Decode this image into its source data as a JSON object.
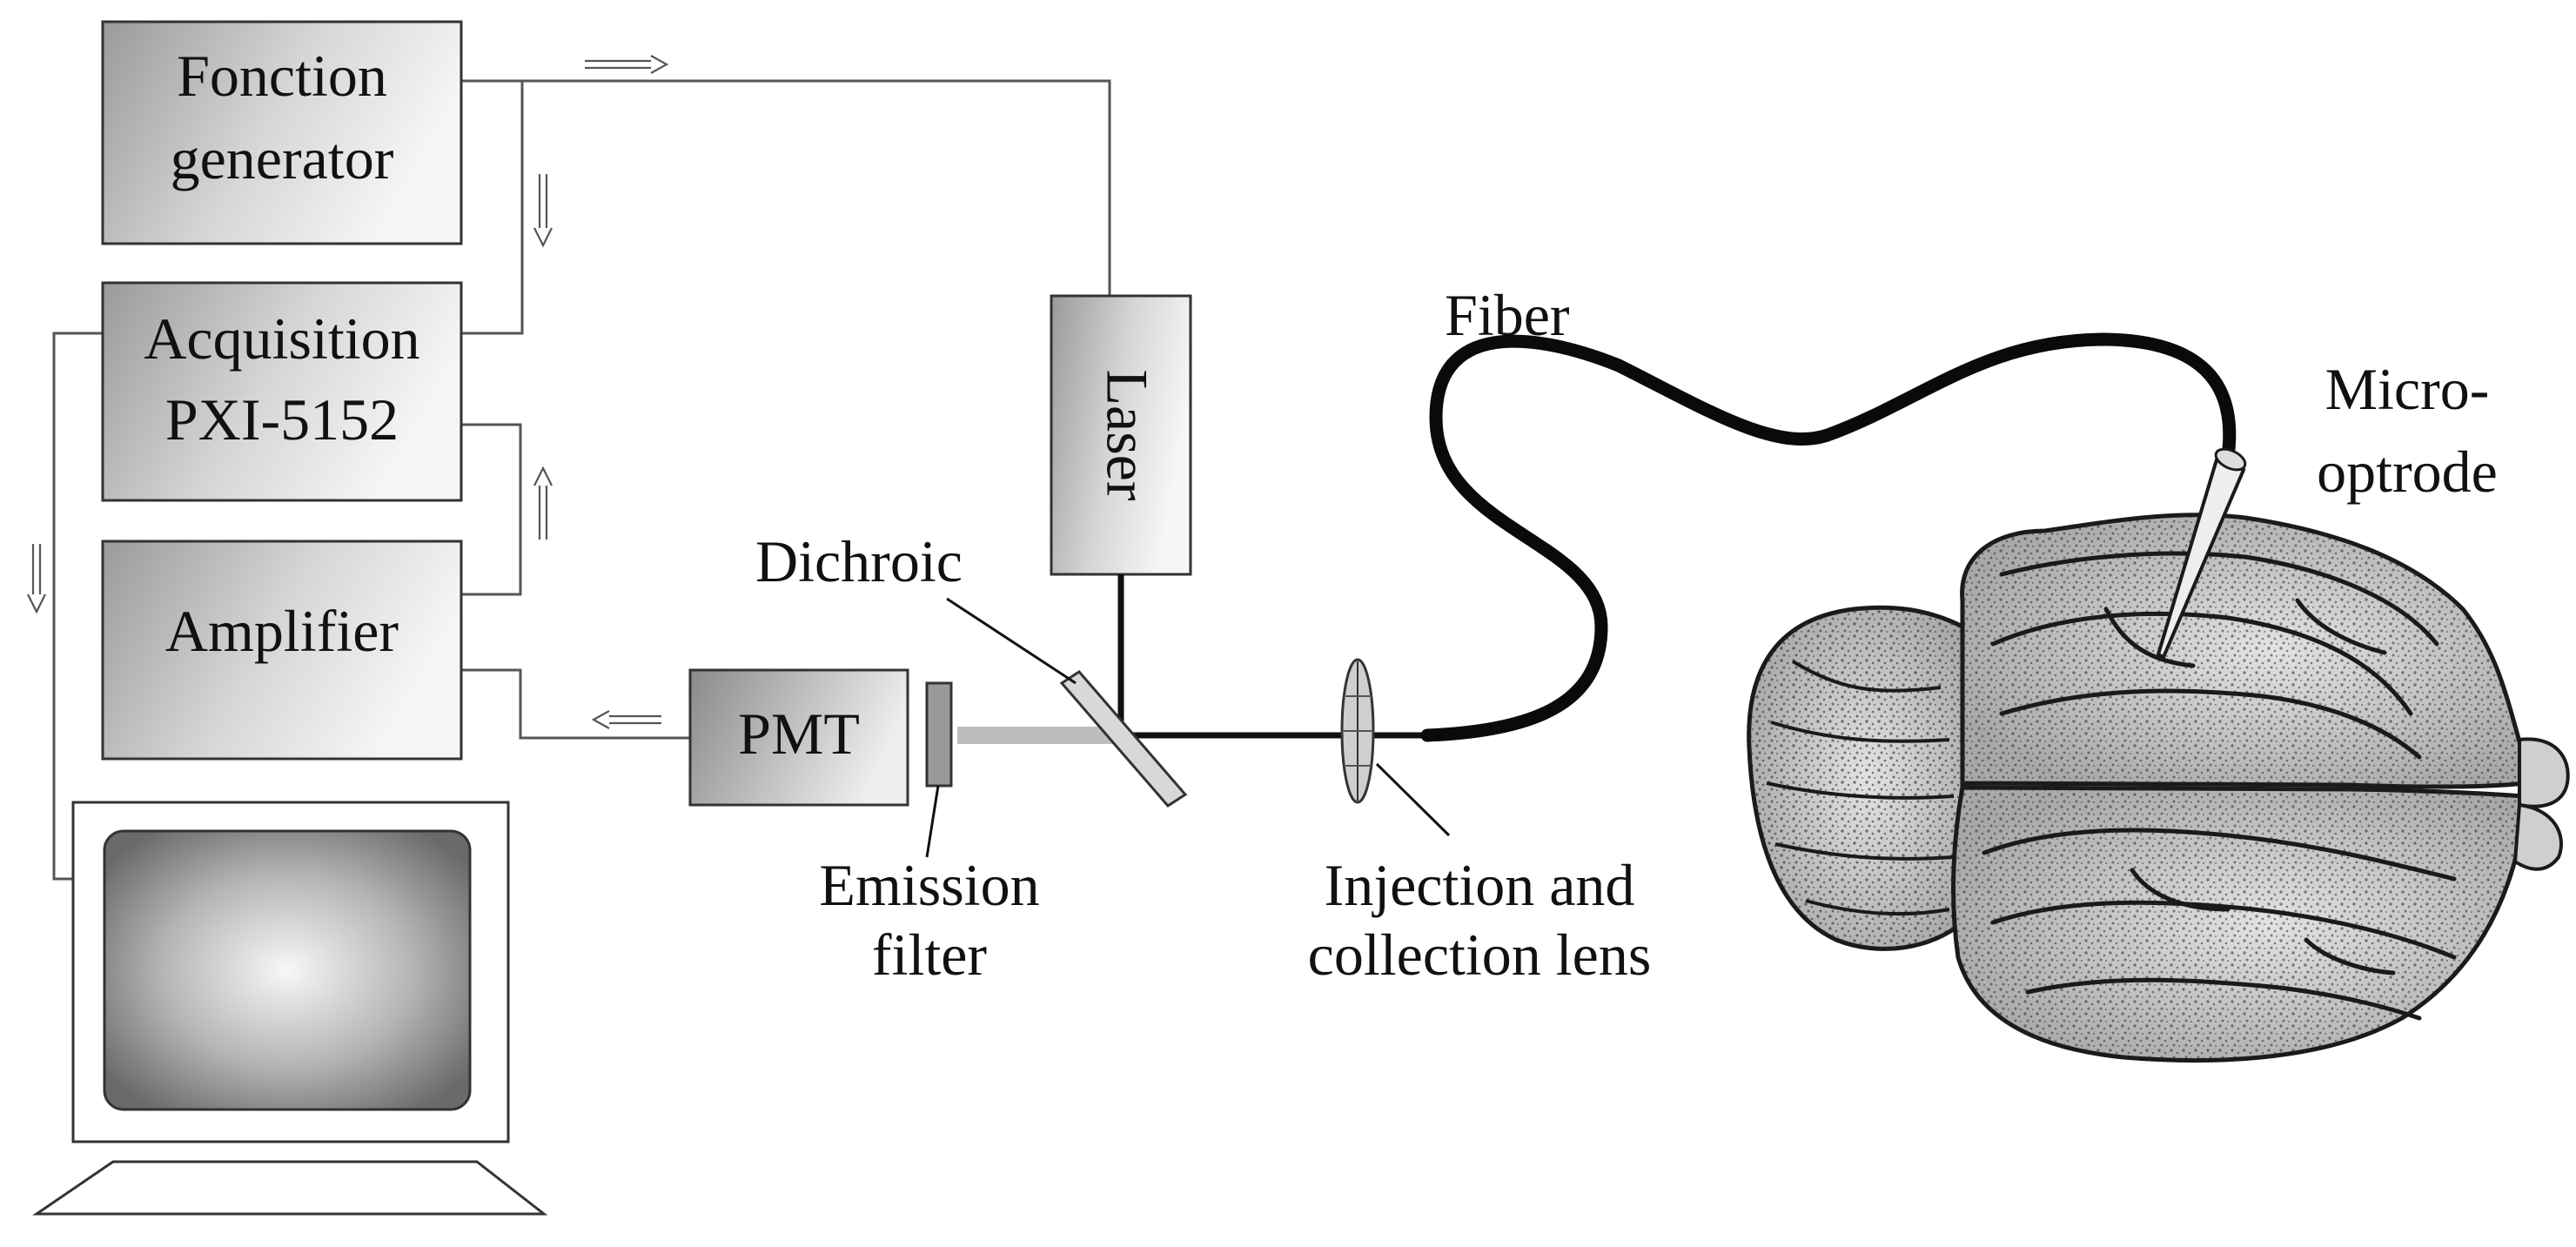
{
  "boxes": {
    "function_generator": [
      "Fonction",
      "generator"
    ],
    "acquisition": [
      "Acquisition",
      "PXI-5152"
    ],
    "amplifier": "Amplifier",
    "pmt": "PMT",
    "laser": "Laser"
  },
  "labels": {
    "dichroic": "Dichroic",
    "fiber": "Fiber",
    "emission_filter": [
      "Emission",
      "filter"
    ],
    "lens": [
      "Injection and",
      "collection lens"
    ],
    "microoptrode": [
      "Micro-",
      "optrode"
    ]
  },
  "colors": {
    "line": "#555555",
    "box_dark": "#999999",
    "box_light": "#f4f4f4",
    "fiber": "#0a0a0a",
    "beam": "#bdbdbd"
  }
}
